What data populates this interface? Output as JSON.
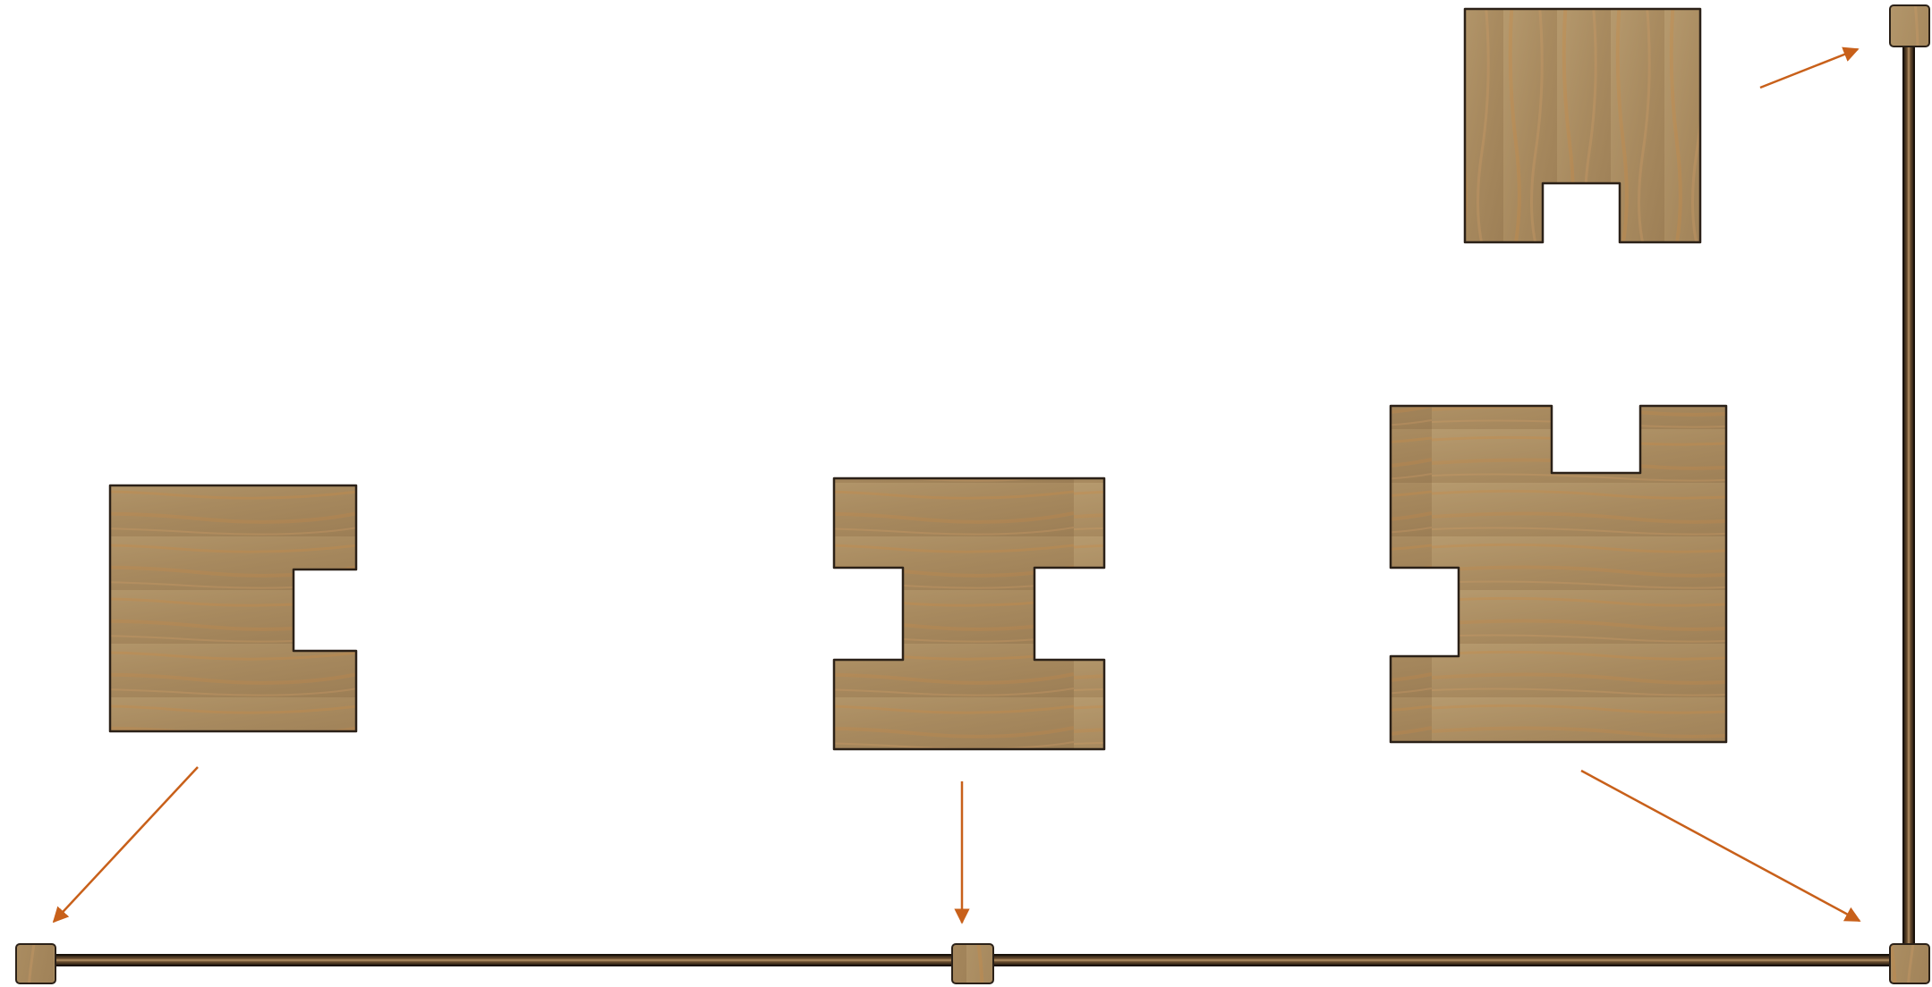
{
  "diagram": {
    "pieces": [
      {
        "id": "piece-top-right",
        "shape": "square-with-bottom-notch"
      },
      {
        "id": "piece-left",
        "shape": "square-with-right-notch"
      },
      {
        "id": "piece-middle",
        "shape": "i-shape-two-side-notches"
      },
      {
        "id": "piece-right-large",
        "shape": "square-with-top-and-left-notches"
      }
    ],
    "joints": [
      {
        "id": "joint-bottom-left"
      },
      {
        "id": "joint-bottom-middle"
      },
      {
        "id": "joint-bottom-right-corner"
      },
      {
        "id": "joint-top-right"
      }
    ],
    "arrows": [
      {
        "from": "piece-top-right",
        "to": "joint-top-right"
      },
      {
        "from": "piece-left",
        "to": "joint-bottom-left"
      },
      {
        "from": "piece-middle",
        "to": "joint-bottom-middle"
      },
      {
        "from": "piece-right-large",
        "to": "joint-bottom-right-corner"
      }
    ]
  },
  "colors": {
    "wood": "#a88a5f",
    "wood_light": "#c2a57a",
    "wood_grain": "#c98a45",
    "outline": "#2b2118",
    "rod": "#3a2a1a",
    "rod_highlight": "#8a6a45",
    "arrow": "#c8601a"
  }
}
